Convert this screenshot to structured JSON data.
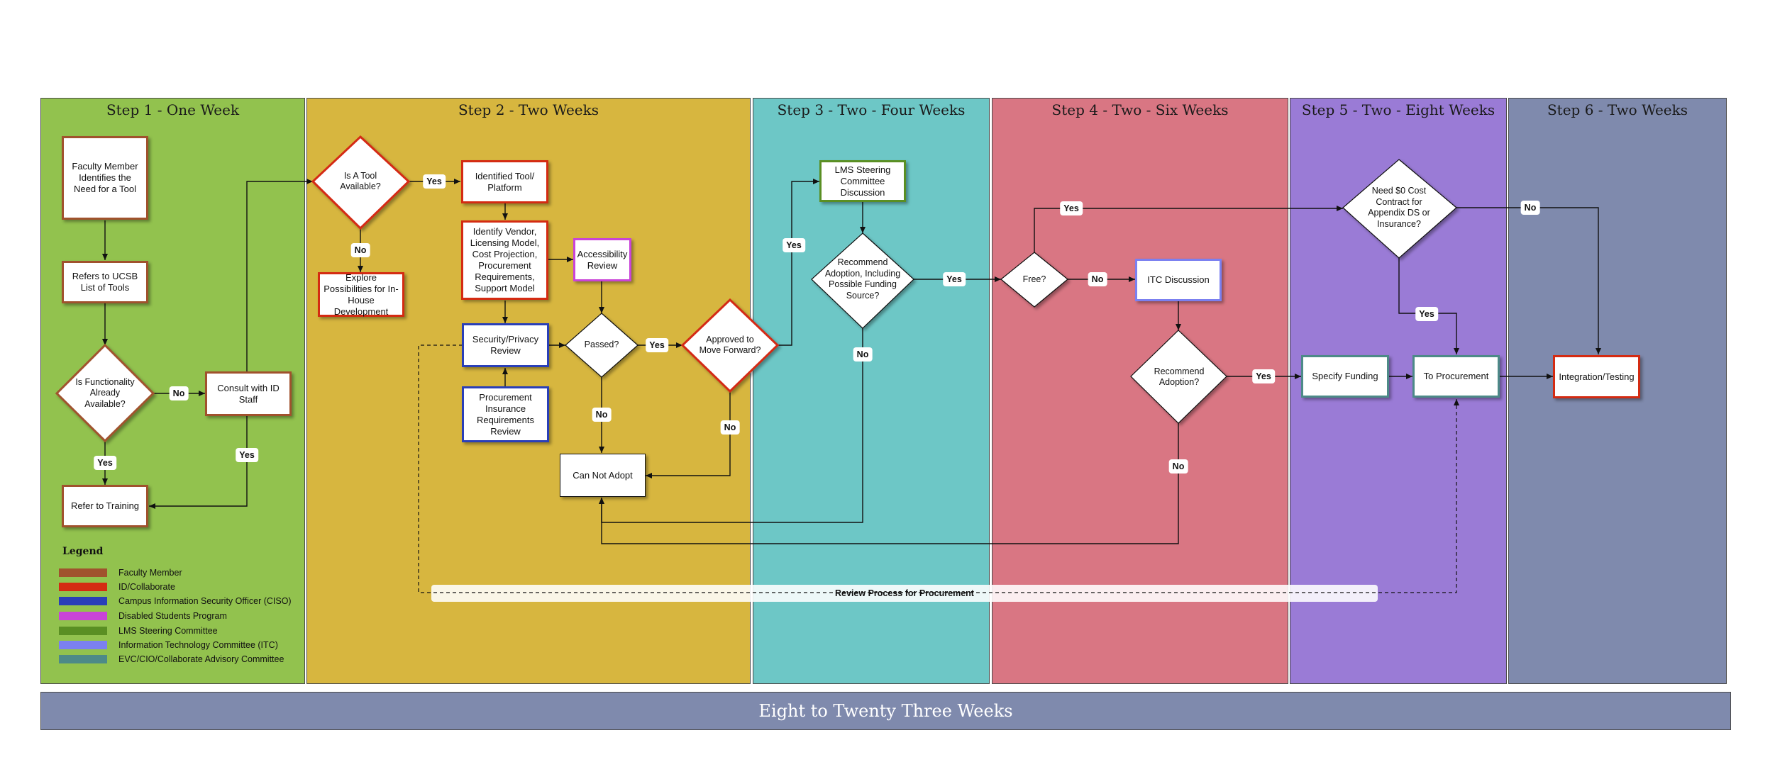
{
  "colors": {
    "faculty": "#a0522d",
    "id_collaborate": "#d42b12",
    "ciso": "#2a3fb8",
    "dsp": "#c944d8",
    "lms": "#5a8f23",
    "itc": "#7b80f0",
    "evc": "#4d8a88",
    "lane1": "#92c24e",
    "lane2": "#d7b63f",
    "lane3": "#6dc7c6",
    "lane4": "#d97683",
    "lane5": "#9a7bd6",
    "lane6": "#7f8aad"
  },
  "lanes": [
    {
      "title": "Step 1 - One Week"
    },
    {
      "title": "Step 2 - Two Weeks"
    },
    {
      "title": "Step 3 - Two - Four Weeks"
    },
    {
      "title": "Step 4 - Two - Six Weeks"
    },
    {
      "title": "Step 5 - Two - Eight Weeks"
    },
    {
      "title": "Step 6 - Two Weeks"
    }
  ],
  "nodes": {
    "faculty_need": "Faculty Member Identifies the Need for a Tool",
    "refers_ucsb": "Refers to UCSB List of Tools",
    "is_functionality": "Is Functionality Already Available?",
    "consult_id": "Consult with ID Staff",
    "refer_training": "Refer to Training",
    "is_tool_available": "Is A Tool Available?",
    "identified_tool": "Identified Tool/ Platform",
    "explore": "Explore Possibilities for In-House Development",
    "identify_vendor": "Identify Vendor, Licensing Model, Cost Projection, Procurement Requirements, Support Model",
    "accessibility": "Accessibility Review",
    "security_privacy": "Security/Privacy Review",
    "procurement_insurance": "Procurement Insurance Requirements Review",
    "passed": "Passed?",
    "approved": "Approved to Move Forward?",
    "can_not_adopt": "Can Not Adopt",
    "lms_discussion": "LMS Steering Committee Discussion",
    "recommend_funding": "Recommend Adoption, Including Possible Funding Source?",
    "free": "Free?",
    "itc_discussion": "ITC Discussion",
    "recommend_adoption": "Recommend Adoption?",
    "need_zero_cost": "Need $0 Cost Contract for Appendix DS or Insurance?",
    "specify_funding": "Specify Funding",
    "to_procurement": "To Procurement",
    "integration": "Integration/Testing"
  },
  "edge_labels": {
    "yes": "Yes",
    "no": "No"
  },
  "legend": {
    "title": "Legend",
    "items": [
      {
        "label": "Faculty Member",
        "color": "#a0522d"
      },
      {
        "label": "ID/Collaborate",
        "color": "#d42b12"
      },
      {
        "label": "Campus Information Security Officer (CISO)",
        "color": "#2a3fb8"
      },
      {
        "label": "Disabled Students Program",
        "color": "#c944d8"
      },
      {
        "label": "LMS Steering Committee",
        "color": "#5a8f23"
      },
      {
        "label": "Information Technology Committee (ITC)",
        "color": "#7b80f0"
      },
      {
        "label": "EVC/CIO/Collaborate Advisory Committee",
        "color": "#4d8a88"
      }
    ]
  },
  "review_process": "Review Process for Procurement",
  "banner": "Eight to Twenty Three Weeks"
}
